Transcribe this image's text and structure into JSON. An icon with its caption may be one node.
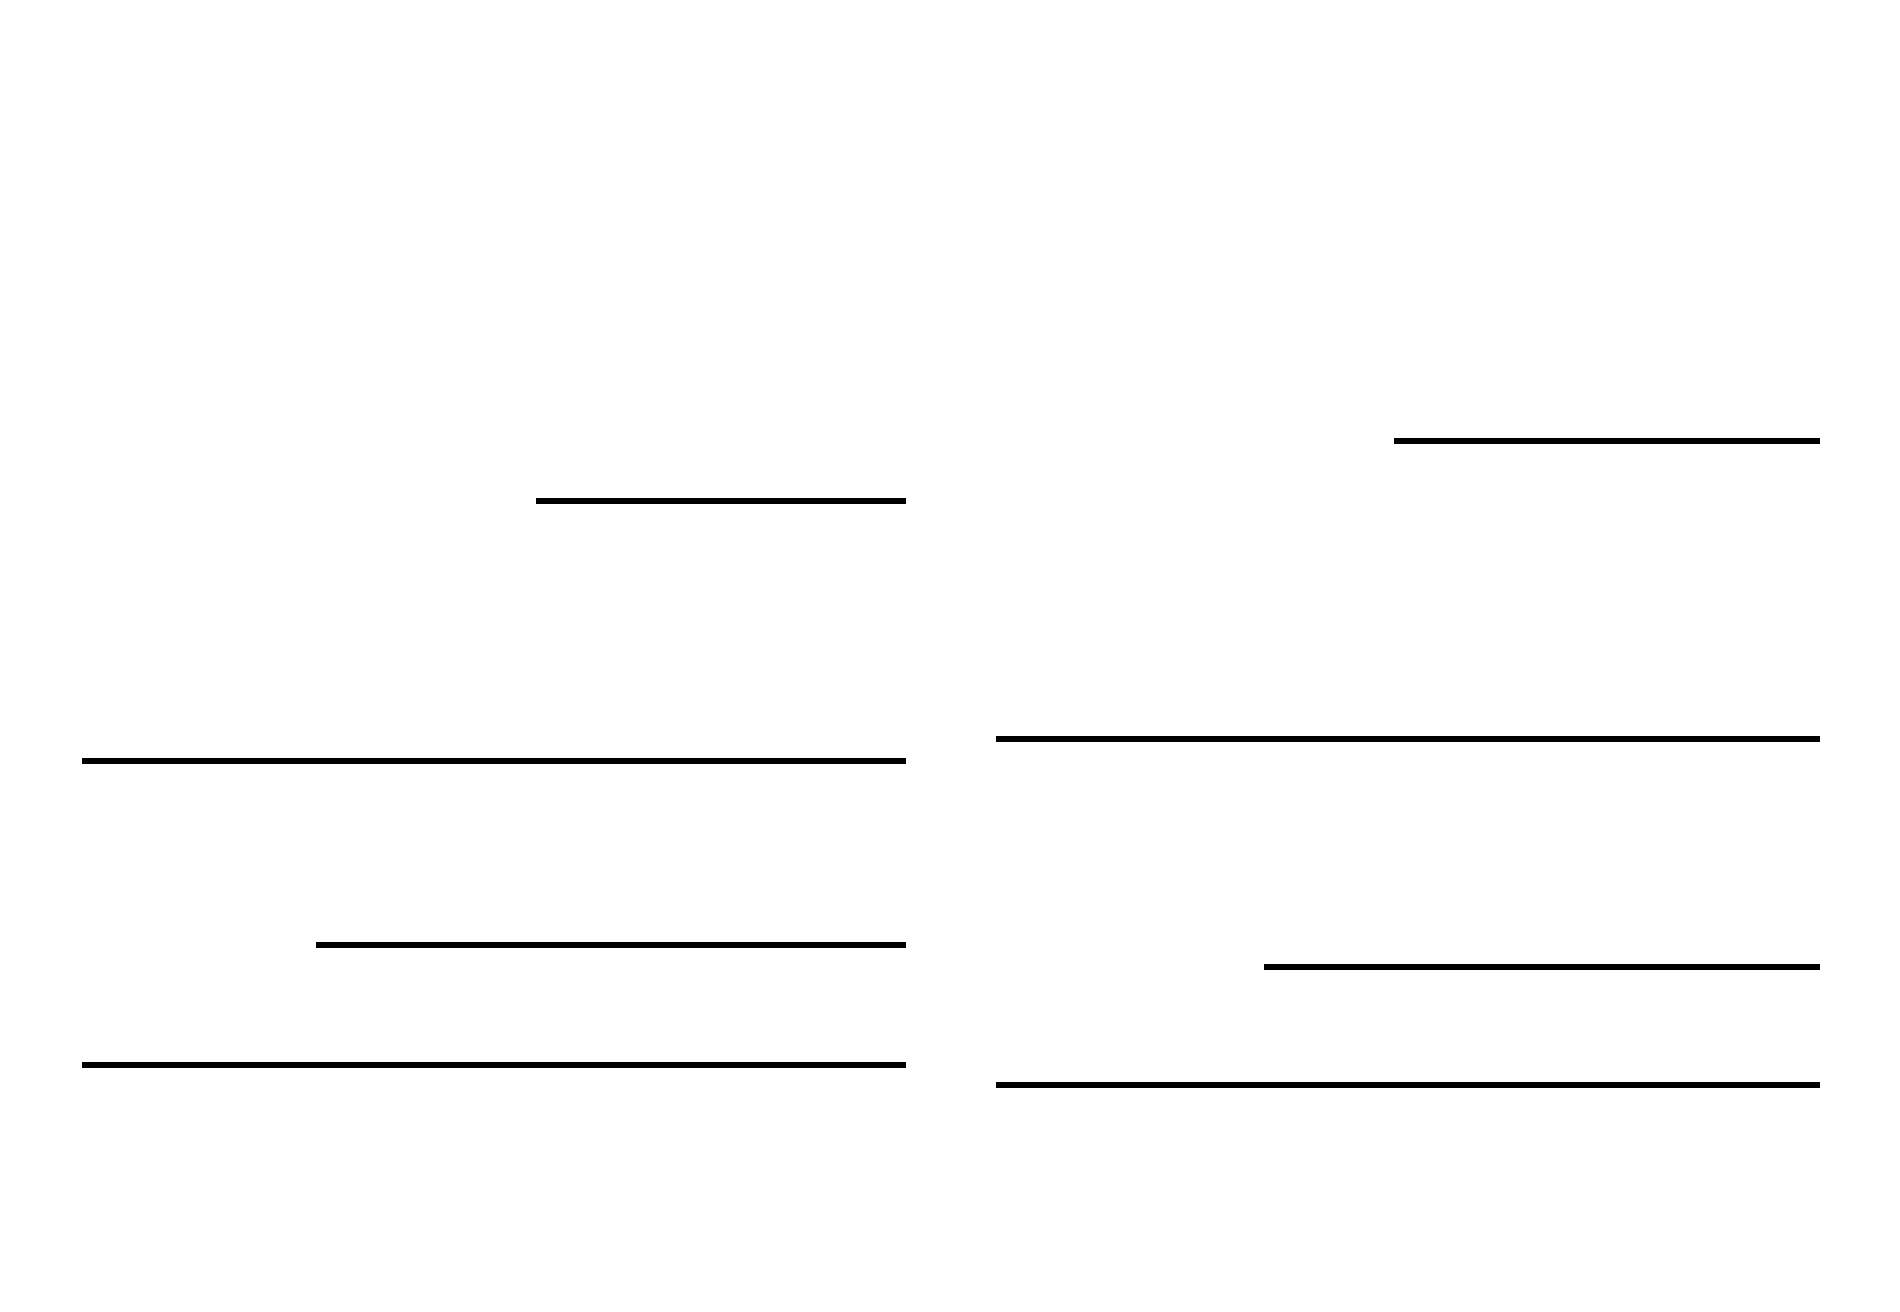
{
  "diagram": {
    "nodes": [
      {
        "text": [],
        "shape": "line"
      },
      {
        "text": [],
        "shape": "line"
      },
      {
        "text": [],
        "shape": "line"
      },
      {
        "text": [],
        "shape": "line"
      },
      {
        "text": [],
        "shape": "line"
      },
      {
        "text": [],
        "shape": "line"
      },
      {
        "text": [],
        "shape": "line"
      },
      {
        "text": [],
        "shape": "line"
      }
    ]
  }
}
